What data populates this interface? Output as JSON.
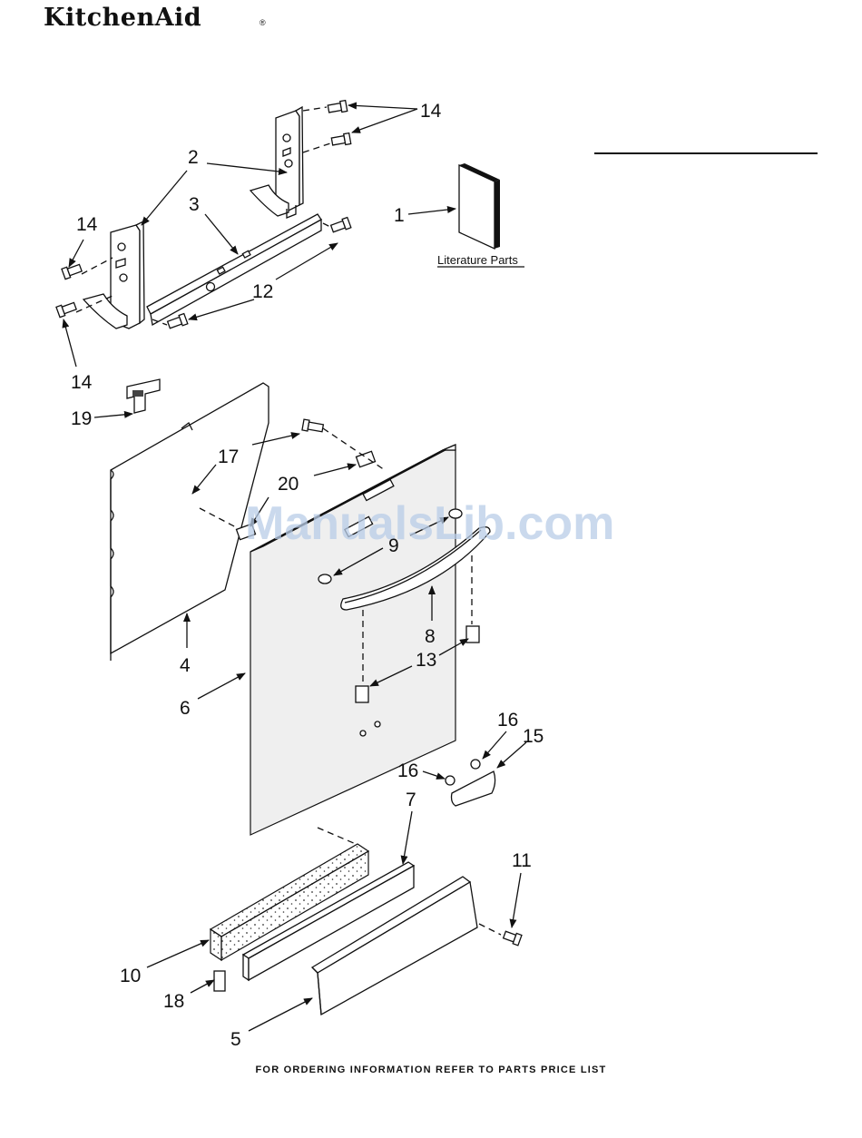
{
  "brand": {
    "name": "KitchenAid",
    "reg_mark": "®"
  },
  "literature_label": "Literature Parts",
  "watermark": "ManualsLib.com",
  "footer": "FOR ORDERING INFORMATION REFER TO PARTS PRICE LIST",
  "callouts": {
    "c1": "1",
    "c2": "2",
    "c3": "3",
    "c4": "4",
    "c5": "5",
    "c6": "6",
    "c7": "7",
    "c8": "8",
    "c9": "9",
    "c10": "10",
    "c11": "11",
    "c12": "12",
    "c13": "13",
    "c14a": "14",
    "c14b": "14",
    "c14c": "14",
    "c15": "15",
    "c16a": "16",
    "c16b": "16",
    "c17": "17",
    "c18": "18",
    "c19": "19",
    "c20": "20"
  }
}
